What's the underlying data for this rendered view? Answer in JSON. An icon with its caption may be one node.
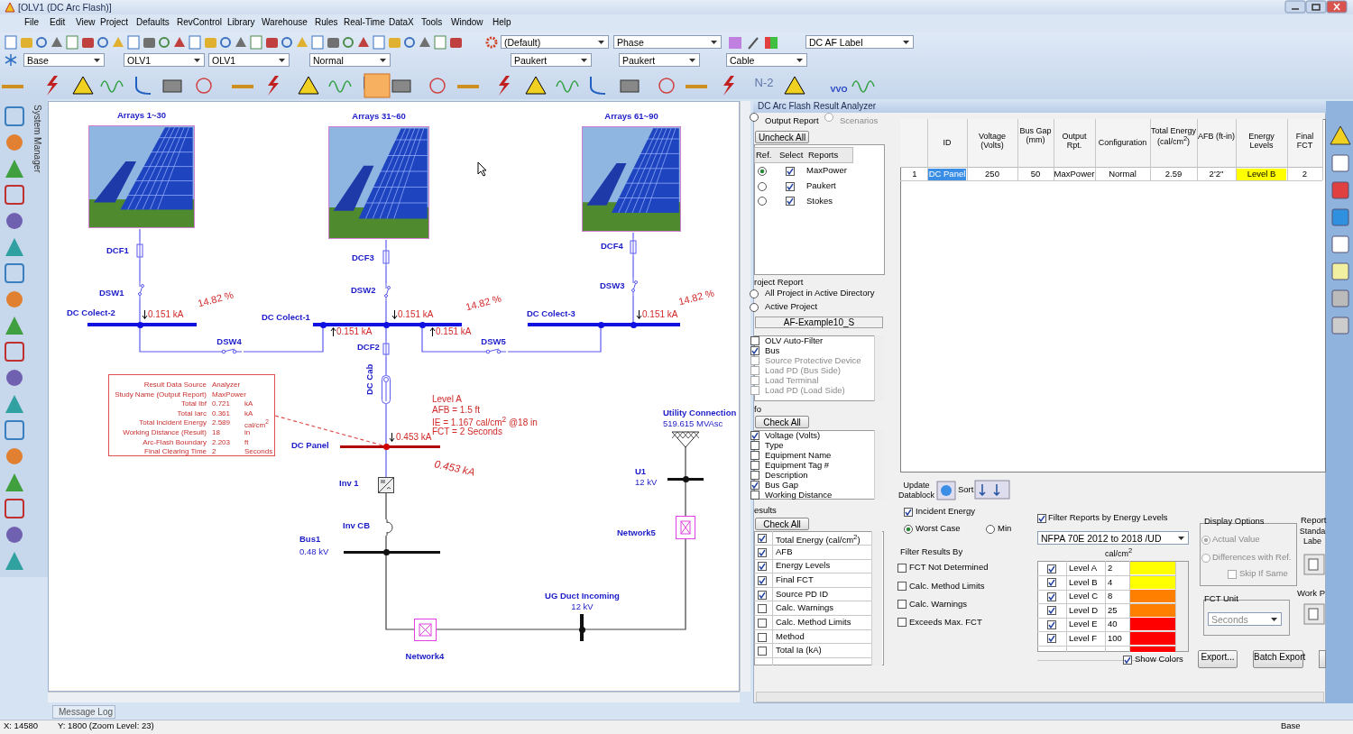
{
  "diagram": {
    "title": "[OLV1 (DC Arc Flash)]",
    "nodes": [
      {
        "text": [
          "Arrays 1~30"
        ]
      },
      {
        "text": [
          "Arrays 31~60"
        ]
      },
      {
        "text": [
          "Arrays 61~90"
        ]
      },
      {
        "text": [
          "DCF1"
        ]
      },
      {
        "text": [
          "DCF3"
        ]
      },
      {
        "text": [
          "DCF4"
        ]
      },
      {
        "text": [
          "DSW1"
        ]
      },
      {
        "text": [
          "DSW2"
        ]
      },
      {
        "text": [
          "DSW3"
        ]
      },
      {
        "text": [
          "DC Colect-2"
        ]
      },
      {
        "text": [
          "DC Colect-1"
        ]
      },
      {
        "text": [
          "DC Colect-3"
        ]
      },
      {
        "text": [
          "DSW4"
        ]
      },
      {
        "text": [
          "DSW5"
        ]
      },
      {
        "text": [
          "DCF2"
        ]
      },
      {
        "text": [
          "DC Cab"
        ]
      },
      {
        "text": [
          "DC Panel"
        ]
      },
      {
        "text": [
          "Inv 1"
        ]
      },
      {
        "text": [
          "Inv CB"
        ]
      },
      {
        "text": [
          "Bus1",
          "0.48 kV"
        ]
      },
      {
        "text": [
          "Network4"
        ]
      },
      {
        "text": [
          "UG Duct Incoming",
          "12 kV"
        ]
      },
      {
        "text": [
          "Network5"
        ]
      },
      {
        "text": [
          "U1",
          "12 kV"
        ]
      },
      {
        "text": [
          "Utility Connection",
          "519.615 MVAsc"
        ]
      },
      {
        "text": [
          "Result Data Source",
          "Analyzer",
          "Study Name (Output Report)",
          "MaxPower",
          "Total Ibf",
          "0.721",
          "kA",
          "Total Iarc",
          "0.361",
          "kA",
          "Total Incident Energy",
          "2.589",
          "cal/cm$^{2}$",
          "Working Distance (Result)",
          "18",
          "in",
          "Arc-Flash Boundary",
          "2.203",
          "ft",
          "Final Clearing Time",
          "2",
          "Seconds"
        ]
      }
    ],
    "edges": [
      {
        "from": 0,
        "to": 3,
        "arrow": "none"
      },
      {
        "from": 3,
        "to": 6,
        "arrow": "none"
      },
      {
        "from": 6,
        "to": 9,
        "arrow": "none"
      },
      {
        "from": 9,
        "to": 12,
        "arrow": "none"
      },
      {
        "from": 12,
        "to": 10,
        "arrow": "none"
      },
      {
        "from": 1,
        "to": 4,
        "arrow": "none"
      },
      {
        "from": 4,
        "to": 7,
        "arrow": "none"
      },
      {
        "from": 7,
        "to": 10,
        "arrow": "none"
      },
      {
        "from": 10,
        "to": 13,
        "arrow": "none"
      },
      {
        "from": 13,
        "to": 11,
        "arrow": "none"
      },
      {
        "from": 2,
        "to": 5,
        "arrow": "none"
      },
      {
        "from": 5,
        "to": 8,
        "arrow": "none"
      },
      {
        "from": 8,
        "to": 11,
        "arrow": "none"
      },
      {
        "from": 10,
        "to": 14,
        "arrow": "none"
      },
      {
        "from": 14,
        "to": 15,
        "arrow": "none"
      },
      {
        "from": 15,
        "to": 16,
        "arrow": "none"
      },
      {
        "from": 16,
        "to": 17,
        "arrow": "none"
      },
      {
        "from": 17,
        "to": 18,
        "arrow": "none",
        "color": "#404040"
      },
      {
        "from": 18,
        "to": 19,
        "arrow": "none",
        "color": "#404040"
      },
      {
        "from": 19,
        "to": 20,
        "arrow": "none",
        "color": "#404040"
      },
      {
        "from": 20,
        "to": 21,
        "arrow": "none",
        "color": "#404040"
      },
      {
        "from": 21,
        "to": 22,
        "arrow": "none",
        "color": "#404040"
      },
      {
        "from": 22,
        "to": 23,
        "arrow": "none",
        "color": "#404040"
      },
      {
        "from": 23,
        "to": 24,
        "arrow": "none",
        "color": "#404040"
      },
      {
        "from": 25,
        "to": 16,
        "arrow": "none",
        "style": "dashed",
        "color": "#e05050"
      }
    ],
    "labels": [
      "File",
      "Edit",
      "View",
      "Project",
      "Defaults",
      "RevControl",
      "Library",
      "Warehouse",
      "Rules",
      "Real-Time",
      "DataX",
      "Tools",
      "Window",
      "Help",
      "(Default)",
      "Phase",
      "DC AF Label",
      "Base",
      "OLV1",
      "OLV1",
      "Normal",
      "Paukert",
      "Paukert",
      "Cable",
      "N-2",
      "VVO",
      "System Manager",
      "14.82 %",
      "14.82 %",
      "14.82 %",
      "0.151 kA",
      "0.151 kA",
      "0.151 kA",
      "0.151 kA",
      "0.151 kA",
      "Level A",
      "AFB = 1.5 ft",
      "IE = 1.167 cal/cm$^{2}$ @18 in",
      "FCT = 2 Seconds",
      "0.453 kA",
      "0.453 kA",
      "Message Log",
      "X: 14580",
      "Y: 1800 (Zoom Level: 23)",
      "Base",
      "DC Arc Flash Result Analyzer",
      "Output Report",
      "Scenarios",
      "Uncheck All",
      "Ref.",
      "Select",
      "Reports",
      "MaxPower",
      "Paukert",
      "Stokes",
      "roject Report",
      "All Project in Active Directory",
      "Active Project",
      "AF-Example10_S",
      "OLV Auto-Filter",
      "Bus",
      "Source Protective Device",
      "Load PD (Bus Side)",
      "Load Terminal",
      "Load PD (Load Side)",
      "fo",
      "Check All",
      "Voltage (Volts)",
      "Type",
      "Equipment Name",
      "Equipment Tag #",
      "Description",
      "Bus Gap",
      "Working Distance",
      "esults",
      "Check All",
      "Total Energy (cal/cm$^{2}$)",
      "AFB",
      "Energy Levels",
      "Final FCT",
      "Source PD ID",
      "Calc. Warnings",
      "Calc. Method Limits",
      "Method",
      "Total Ia (kA)",
      "ID",
      "Voltage (Volts)",
      "Bus Gap (mm)",
      "Output Rpt.",
      "Configuration",
      "Total Energy (cal/cm$^{2}$)",
      "AFB (ft-in)",
      "Energy Levels",
      "Final FCT",
      "1",
      "DC Panel",
      "250",
      "50",
      "MaxPower",
      "Normal",
      "2.59",
      "2'2\"",
      "Level B",
      "2",
      "Update Datablock",
      "Sort",
      "Incident Energy",
      "Worst Case",
      "Min",
      "Filter Results By",
      "FCT Not Determined",
      "Calc. Method Limits",
      "Calc. Warnings",
      "Exceeds Max. FCT",
      "Filter Reports by Energy Levels",
      "NFPA 70E 2012 to 2018 /UD",
      "cal/cm$^{2}$",
      "Level A",
      "2",
      "Level B",
      "4",
      "Level C",
      "8",
      "Level D",
      "25",
      "Level E",
      "40",
      "Level F",
      "100",
      "Show Colors",
      "Display Options",
      "Actual Value",
      "Differences with Ref.",
      "Skip If Same",
      "FCT Unit",
      "Seconds",
      "Export...",
      "Batch Export",
      "Report",
      "Standa Labe",
      "Work P"
    ]
  }
}
